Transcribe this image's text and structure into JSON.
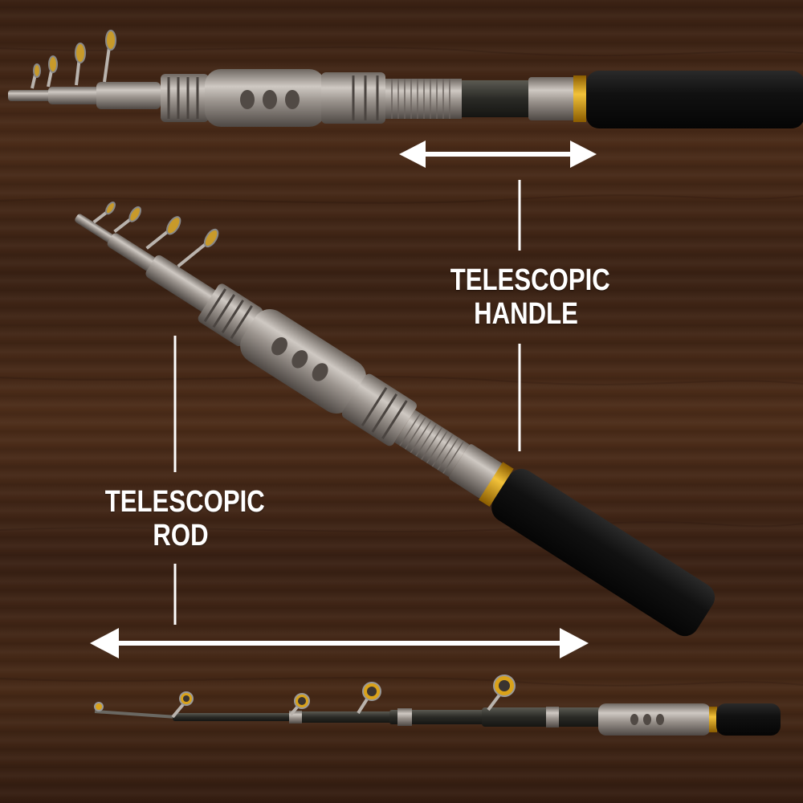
{
  "labels": {
    "handle_line1": "TELESCOPIC",
    "handle_line2": "HANDLE",
    "rod_line1": "TELESCOPIC",
    "rod_line2": "ROD"
  },
  "colors": {
    "wood_dark": "#3a2113",
    "wood_light": "#4d2d19",
    "arrow_white": "#ffffff",
    "grip_black": "#141414",
    "gold_ring": "#d9a21a",
    "metal_silver": "#a9a39d"
  }
}
